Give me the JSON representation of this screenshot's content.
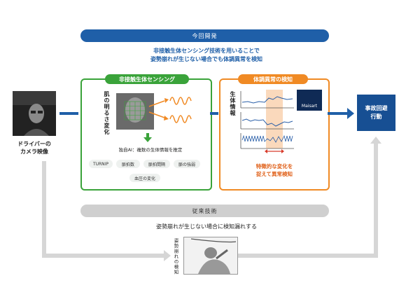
{
  "top_pill": "今回開発",
  "top_sub": [
    "非接触生体センシング技術を用いることで",
    "姿勢崩れが生じない場合でも体調異常を検知"
  ],
  "green_box": {
    "head": "非接触生体センシング",
    "vertical_label": "肌の明るさ変化",
    "ai_text": "独自AI：複数の生体情報を推定",
    "chips": [
      "TURNIP",
      "脈拍数",
      "脈拍間隔",
      "脈の強弱",
      "血圧の変化"
    ]
  },
  "orange_box": {
    "head": "体調異常の検知",
    "vertical_label": "生体情報",
    "logo_text": "Maisart",
    "note": [
      "特徴的な変化を",
      "捉えて異常検知"
    ]
  },
  "left_caption": [
    "ドライバーの",
    "カメラ映像"
  ],
  "result": [
    "事故回避",
    "行動"
  ],
  "bottom_pill": "従来技術",
  "bottom_sub": "姿勢崩れが生じない場合に検知漏れする",
  "posture_label": "姿勢崩れの検知",
  "colors": {
    "blue": "#1f5fa8",
    "green": "#3aa33a",
    "orange": "#f08a24",
    "gray": "#cfcfcf"
  }
}
